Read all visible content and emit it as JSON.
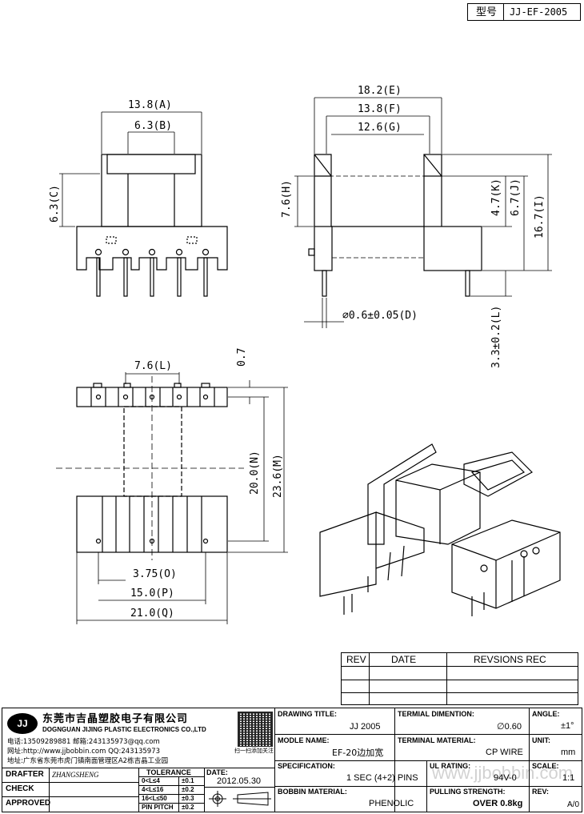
{
  "part_number": {
    "label": "型号",
    "value": "JJ-EF-2005"
  },
  "dimensions": {
    "A": "13.8(A)",
    "B": "6.3(B)",
    "C": "6.3(C)",
    "E": "18.2(E)",
    "F": "13.8(F)",
    "G": "12.6(G)",
    "H": "7.6(H)",
    "K": "4.7(K)",
    "J": "6.7(J)",
    "I": "16.7(I)",
    "D": "∅0.6±0.05(D)",
    "L_side": "3.3±0.2(L)",
    "L_top": "7.6(L)",
    "top_offset": "0.7",
    "N": "20.0(N)",
    "M": "23.6(M)",
    "O": "3.75(O)",
    "P": "15.0(P)",
    "Q": "21.0(Q)"
  },
  "revision_table": {
    "headers": [
      "REV",
      "DATE",
      "REVSIONS REC"
    ]
  },
  "company": {
    "logo_text": "JJ",
    "name_cn": "东莞市吉晶塑胶电子有限公司",
    "name_en": "DOGNGUAN JIJING PLASTIC ELECTRONICS CO.,LTD",
    "phone_line": "电话:13509289881    邮箱:243135973@qq.com",
    "web_line": "网址:http://www.jjbobbin.com  QQ:243135973",
    "address_line": "地址:广东省东莞市虎门镇南面管理区A2栋吉晶工业园",
    "qr_caption": "扫一扫添加关注"
  },
  "title_block": {
    "drawing_title_label": "DRAWING TITLE:",
    "drawing_title_value": "JJ  2005",
    "terminal_dimention_label": "TERMIAL DIMENTION:",
    "terminal_dimention_value": "∅0.60",
    "angle_label": "ANGLE:",
    "angle_value": "±1°",
    "model_name_label": "MODLE NAME:",
    "model_name_value": "EF-20边加宽",
    "terminal_material_label": "TERMINAL MATERIAL:",
    "terminal_material_value": "CP WIRE",
    "unit_label": "UNIT:",
    "unit_value": "mm",
    "specification_label": "SPECIFICATION:",
    "specification_value": "1 SEC (4+2) PINS",
    "ul_rating_label": "UL RATING:",
    "ul_rating_value": "94V-0",
    "scale_label": "SCALE:",
    "scale_value": "1:1",
    "bobbin_material_label": "BOBBIN  MATERIAL:",
    "bobbin_material_value": "PHENOLIC",
    "pulling_strength_label": "PULLING STRENGTH:",
    "pulling_strength_value": "OVER  0.8kg",
    "rev_label": "REV:",
    "rev_value": "A/0",
    "drafter_label": "DRAFTER",
    "drafter_value": "ZHANGSHENG",
    "check_label": "CHECK",
    "approved_label": "APPROVED",
    "tolerance_label": "TOLERANCE",
    "tolerance_rows": [
      {
        "range": "0<L≤4",
        "value": "±0.1"
      },
      {
        "range": "4<L≤16",
        "value": "±0.2"
      },
      {
        "range": "16<L≤50",
        "value": "±0.3"
      },
      {
        "range": "PIN PITCH",
        "value": "±0.2"
      }
    ],
    "date_label": "DATE:",
    "date_value": "2012.05.30"
  },
  "watermark": "www.jjbobbin.com"
}
